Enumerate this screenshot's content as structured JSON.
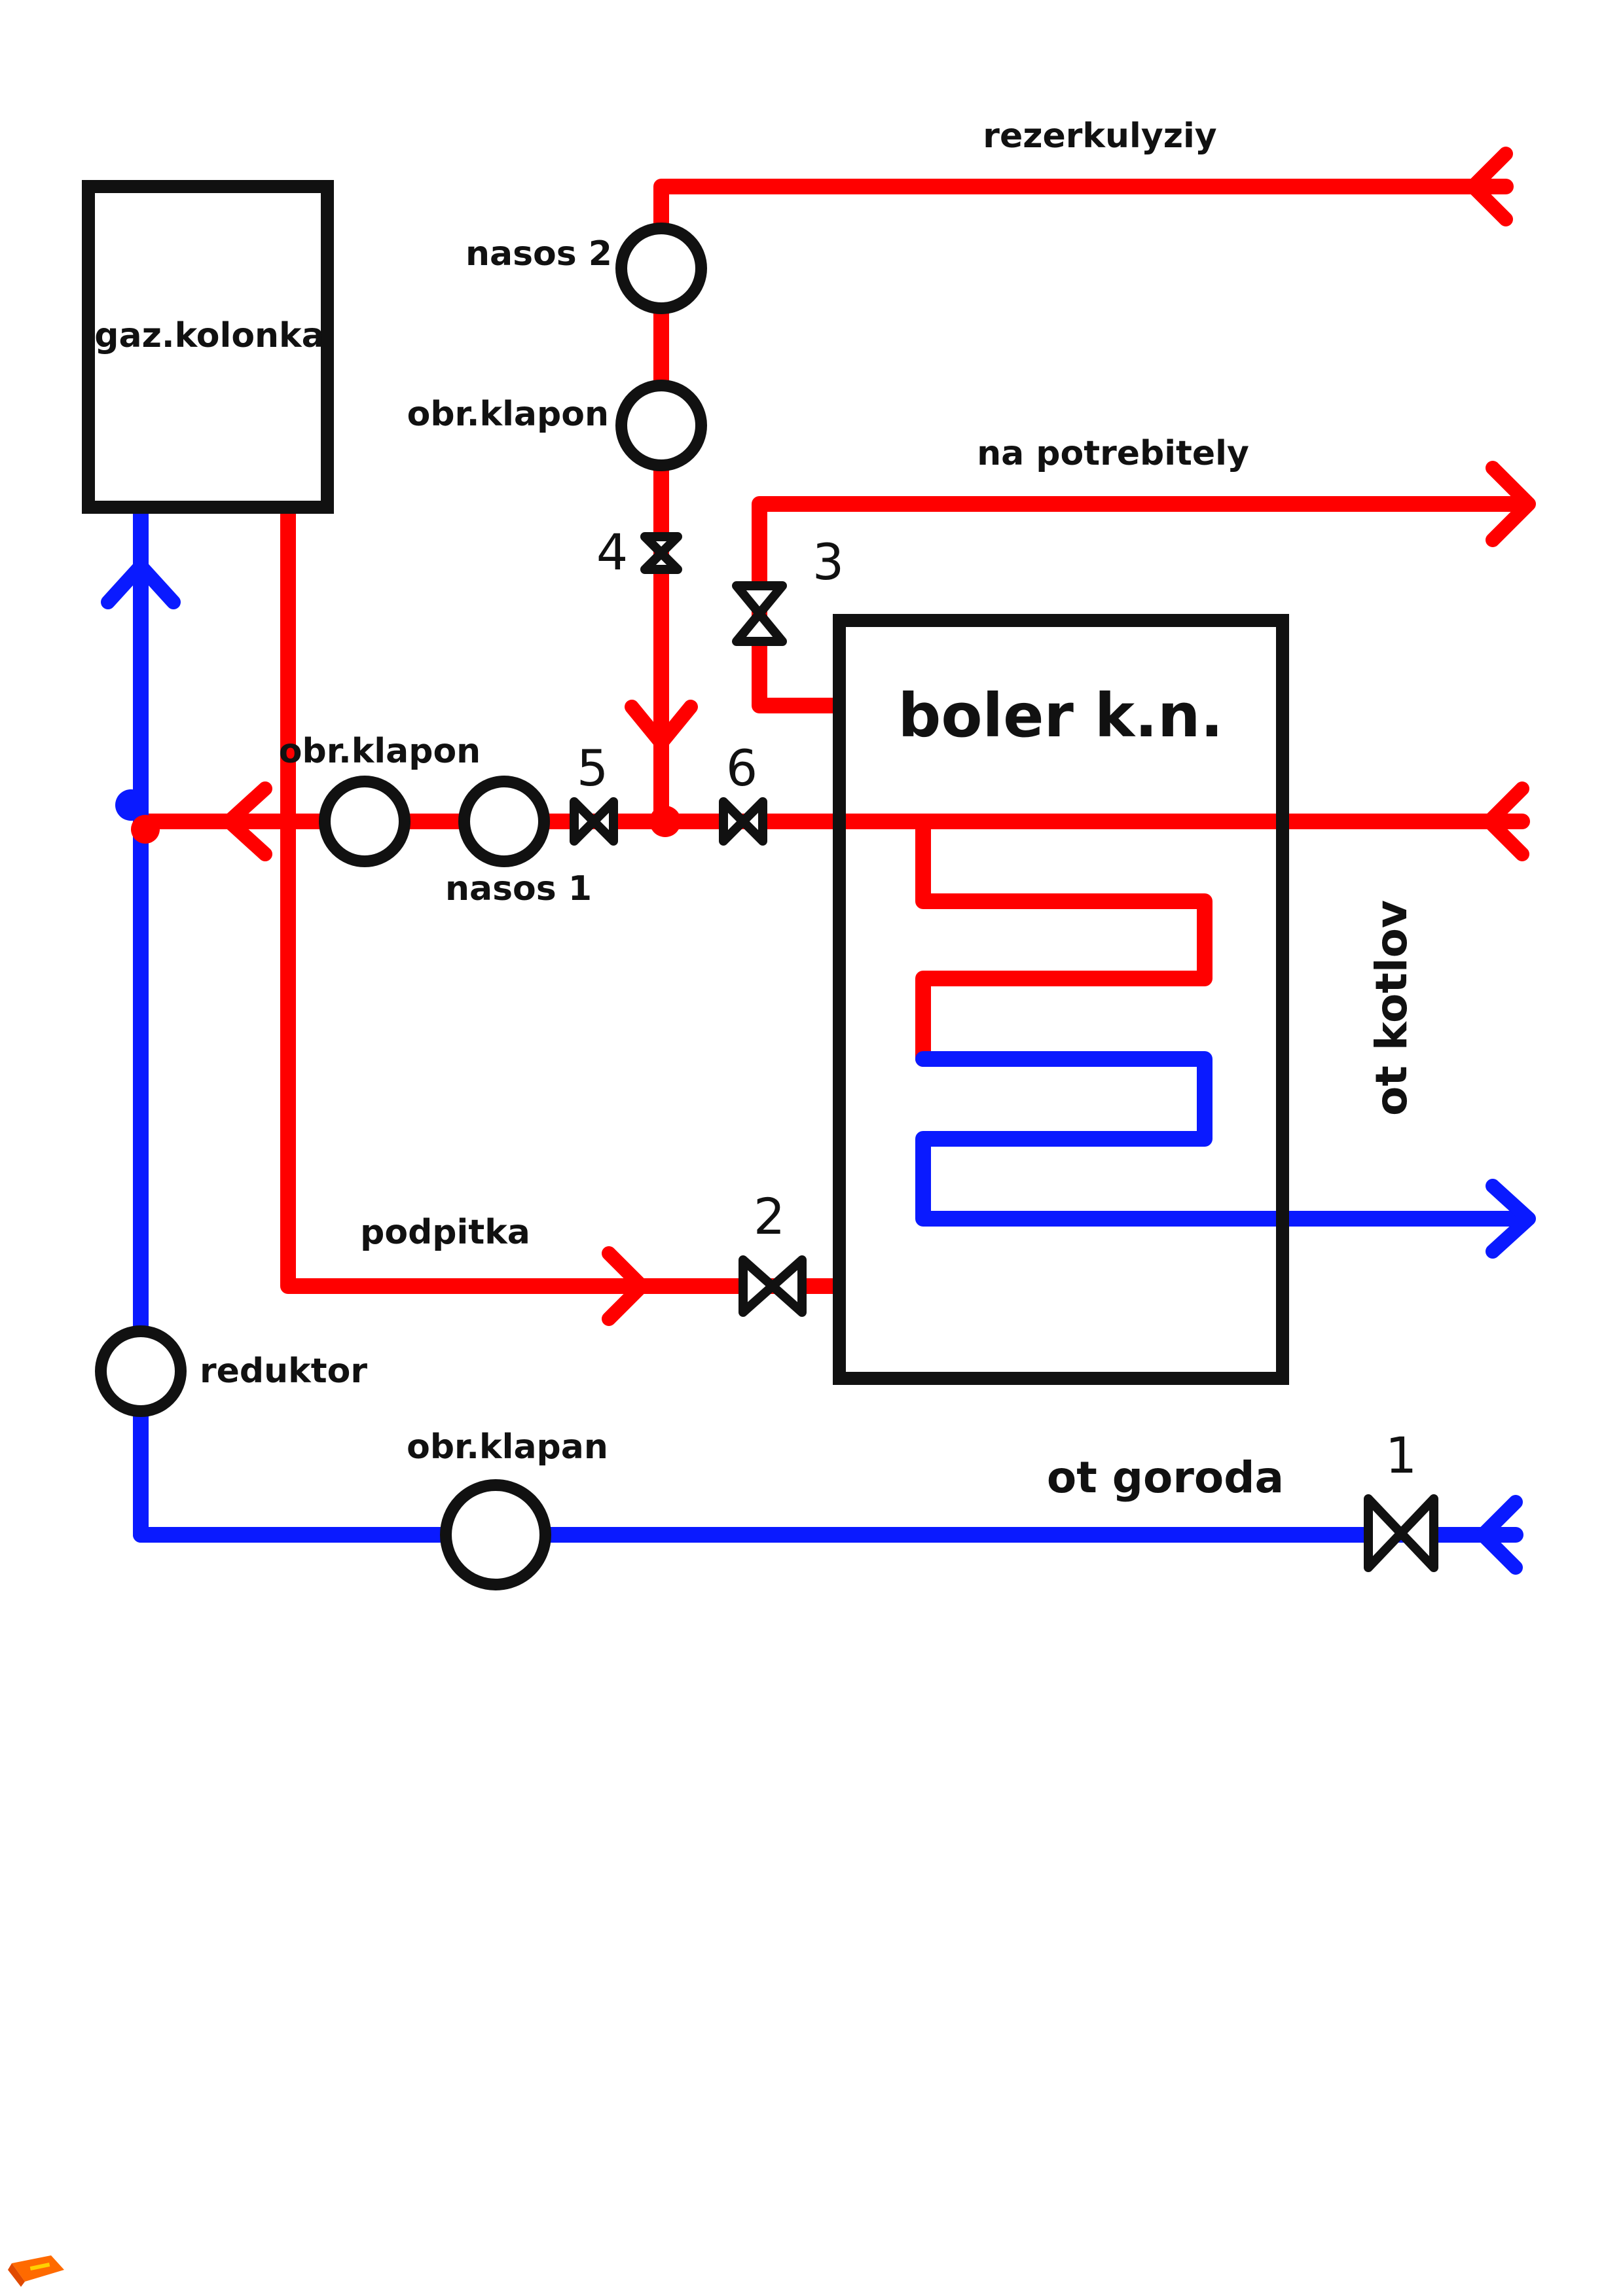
{
  "colors": {
    "hot": "#ff0000",
    "cold": "#0a1aff",
    "outline": "#111111",
    "background": "#ffffff"
  },
  "labels": {
    "gas_heater": "gaz.kolonka",
    "boiler": "boler k.n.",
    "recirculation": "rezerkulyziy",
    "to_consumers": "na potrebitely",
    "from_boilers": "ot kotlov",
    "makeup": "podpitka",
    "from_city": "ot goroda",
    "reducer": "reduktor",
    "check_valve_a": "obr.klapon",
    "check_valve_b": "obr.klapon",
    "check_valve_c": "obr.klapan",
    "pump_1": "nasos 1",
    "pump_2": "nasos 2",
    "valve_1": "1",
    "valve_2": "2",
    "valve_3": "3",
    "valve_4": "4",
    "valve_5": "5",
    "valve_6": "6"
  },
  "icons": {
    "check_valve": "circle-icon",
    "pump": "circle-icon",
    "gate_valve": "bowtie-valve-icon",
    "flow_arrow": "arrow-icon",
    "logo": "brand-logo-icon"
  }
}
